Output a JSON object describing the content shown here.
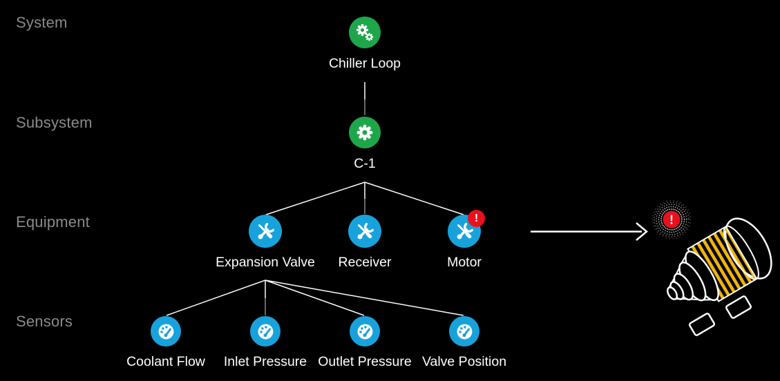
{
  "colors": {
    "bg": "#000000",
    "green": "#1EA64B",
    "blue": "#18A2DC",
    "red": "#E8111C",
    "yellow": "#F2B50B",
    "gray_label": "#8A8A8A",
    "white": "#FFFFFF",
    "line_white": "#FFFFFF",
    "line_gray": "#8A8A8A"
  },
  "rows": [
    {
      "label": "System"
    },
    {
      "label": "Subsystem"
    },
    {
      "label": "Equipment"
    },
    {
      "label": "Sensors"
    }
  ],
  "tree": {
    "system": {
      "label": "Chiller Loop",
      "icon": "gears-icon"
    },
    "subsystem": {
      "label": "C-1",
      "icon": "gear-icon"
    },
    "equipment": [
      {
        "label": "Expansion Valve",
        "icon": "tools-icon"
      },
      {
        "label": "Receiver",
        "icon": "tools-icon"
      },
      {
        "label": "Motor",
        "icon": "tools-icon",
        "alert": "!"
      }
    ],
    "sensors": [
      {
        "label": "Coolant Flow",
        "icon": "gauge-icon"
      },
      {
        "label": "Inlet Pressure",
        "icon": "gauge-icon"
      },
      {
        "label": "Outlet Pressure",
        "icon": "gauge-icon"
      },
      {
        "label": "Valve Position",
        "icon": "gauge-icon"
      }
    ]
  },
  "annotation": {
    "alert_symbol": "!"
  }
}
